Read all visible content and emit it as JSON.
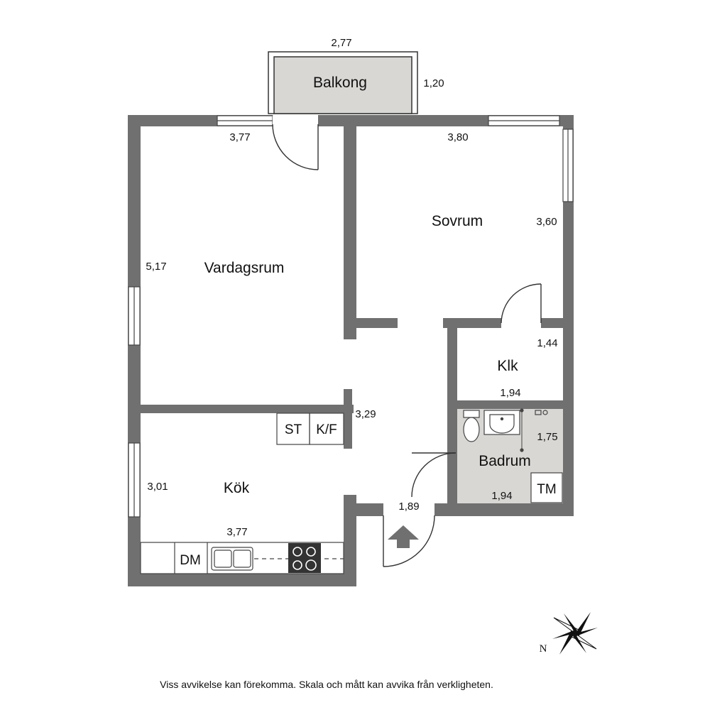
{
  "rooms": {
    "balkong": "Balkong",
    "vardagsrum": "Vardagsrum",
    "sovrum": "Sovrum",
    "klk": "Klk",
    "badrum": "Badrum",
    "kok": "Kök"
  },
  "fixtures": {
    "st": "ST",
    "kf": "K/F",
    "tm": "TM",
    "dm": "DM"
  },
  "dimensions": {
    "balkong_width": "2,77",
    "balkong_depth": "1,20",
    "vardagsrum_width": "3,77",
    "vardagsrum_length": "5,17",
    "sovrum_width": "3,80",
    "sovrum_length": "3,60",
    "klk_length": "1,44",
    "klk_width": "1,94",
    "hall_length": "3,29",
    "badrum_length": "1,75",
    "badrum_width": "1,94",
    "entre_width": "1,89",
    "kok_length": "3,01",
    "kok_width": "3,77"
  },
  "compass": {
    "north_label": "N"
  },
  "disclaimer": "Viss avvikelse kan förekomma. Skala och mått kan avvika från verkligheten.",
  "colors": {
    "wall": "#707070",
    "wet_room_fill": "#d9d7d4",
    "balcony_fill": "#d9d7d4",
    "line": "#333333"
  }
}
